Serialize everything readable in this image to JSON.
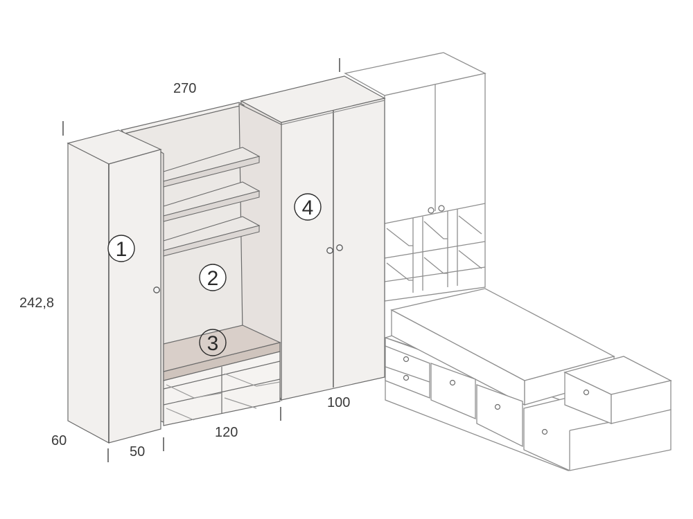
{
  "dimensions": {
    "width_total": "270",
    "height": "242,8",
    "depth": "60",
    "module_1_width": "50",
    "module_2_width": "120",
    "module_4_width": "100"
  },
  "modules": [
    {
      "id": "1"
    },
    {
      "id": "2"
    },
    {
      "id": "3"
    },
    {
      "id": "4"
    }
  ],
  "colors": {
    "line": "#6b6b6b",
    "light_line": "#9a9a9a",
    "panel": "#f2f0ee",
    "interior": "#e8e4e1",
    "seat": "#d9cfc9",
    "handle": "#555555"
  }
}
